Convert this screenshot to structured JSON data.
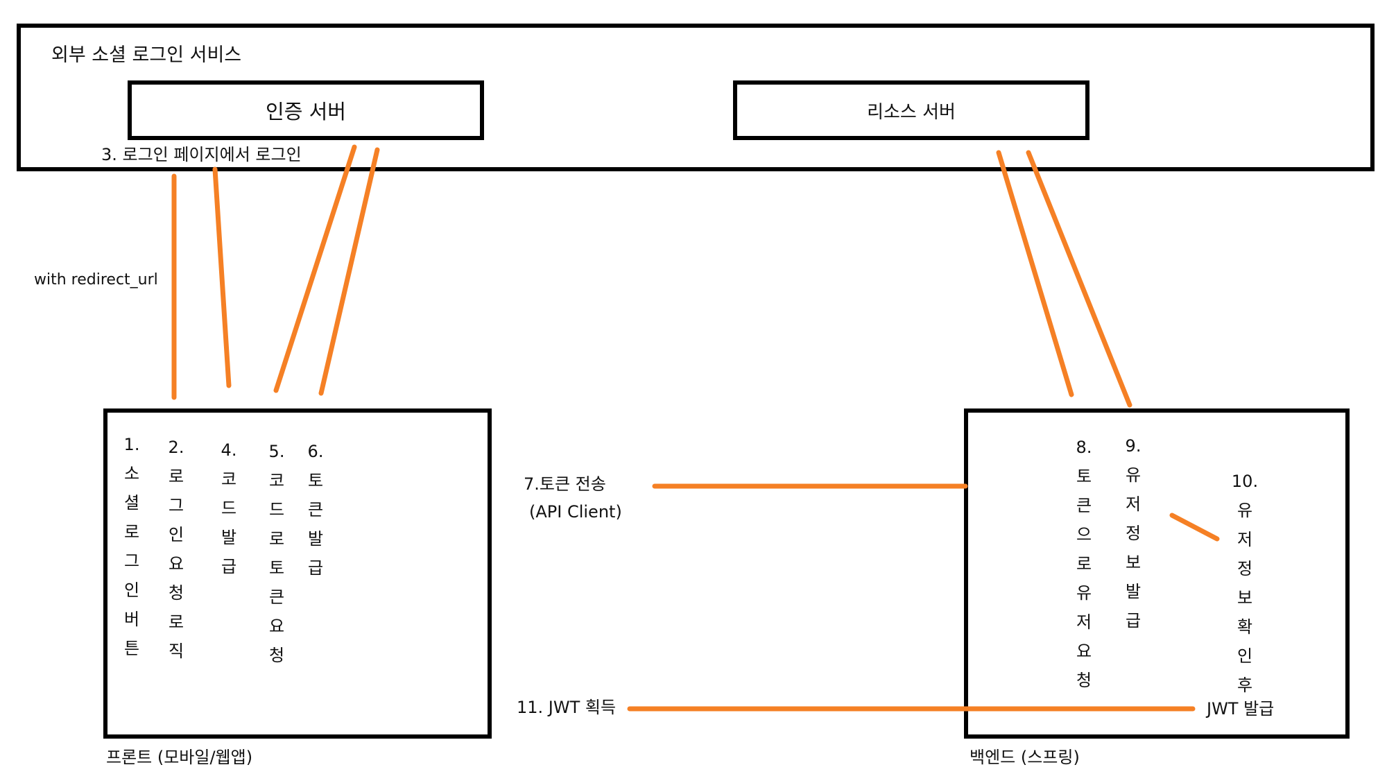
{
  "external": {
    "title": "외부 소셜 로그인 서비스",
    "auth_server": "인증 서버",
    "resource_server": "리소스 서버",
    "step3": "3. 로그인 페이지에서 로그인"
  },
  "redirect_note": "with redirect_url",
  "frontend": {
    "label": "프론트 (모바일/웹앱)",
    "steps": [
      {
        "num": "1.",
        "chars": [
          "소",
          "셜",
          "로",
          "그",
          "인",
          "버",
          "튼"
        ]
      },
      {
        "num": "2.",
        "chars": [
          "로",
          "그",
          "인",
          "요",
          "청",
          "로",
          "직"
        ]
      },
      {
        "num": "4.",
        "chars": [
          "코",
          "드",
          "발",
          "급"
        ]
      },
      {
        "num": "5.",
        "chars": [
          "코",
          "드",
          "로",
          "토",
          "큰",
          "요",
          "청"
        ]
      },
      {
        "num": "6.",
        "chars": [
          "토",
          "큰",
          "발",
          "급"
        ]
      }
    ]
  },
  "backend": {
    "label": "백엔드 (스프링)",
    "steps": [
      {
        "num": "8.",
        "chars": [
          "토",
          "큰",
          "으",
          "로",
          "유",
          "저",
          "요",
          "청"
        ]
      },
      {
        "num": "9.",
        "chars": [
          "유",
          "저",
          "정",
          "보",
          "발",
          "급"
        ]
      },
      {
        "num": "10.",
        "chars": [
          "유",
          "저",
          "정",
          "보",
          "확",
          "인",
          "후"
        ]
      }
    ],
    "jwt_issue": "JWT 발급"
  },
  "step7": {
    "title": "7.토큰 전송",
    "sub": "(API Client)"
  },
  "step11": "11. JWT 획득",
  "colors": {
    "box_border": "#000000",
    "arrow": "#f58025"
  }
}
